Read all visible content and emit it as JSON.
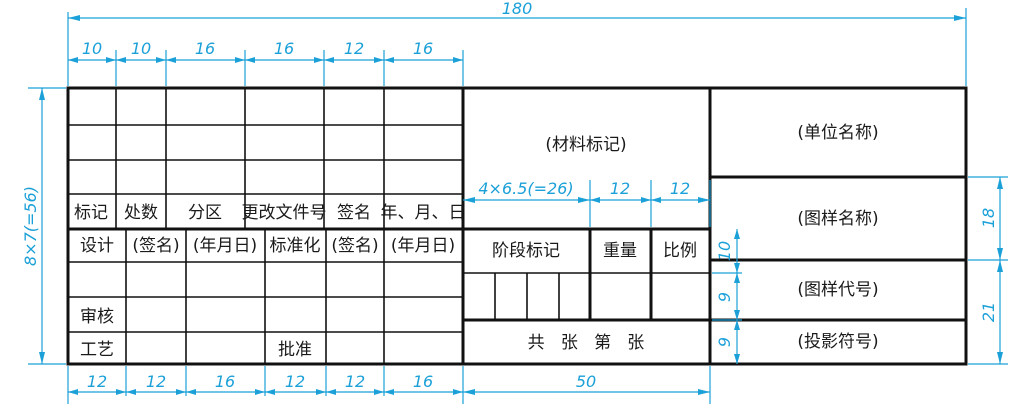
{
  "dimensions": {
    "total_width": "180",
    "upper_cols": [
      "10",
      "10",
      "16",
      "16",
      "12",
      "16"
    ],
    "lower_cols": [
      "12",
      "12",
      "16",
      "12",
      "12",
      "16"
    ],
    "lower_mid": "50",
    "total_height": "8×7(=56)",
    "stage_width": "4×6.5(=26)",
    "weight_width": "12",
    "scale_width": "12",
    "right_18": "18",
    "right_21": "21",
    "row_10": "10",
    "row_9a": "9",
    "row_9b": "9"
  },
  "left_table": {
    "header_row": [
      "标记",
      "处数",
      "分区",
      "更改文件号",
      "签名",
      "年、月、日"
    ],
    "sign_row": [
      "设计",
      "(签名)",
      "(年月日)",
      "标准化",
      "(签名)",
      "(年月日)"
    ],
    "review_label": "审核",
    "process_label": "工艺",
    "approve_label": "批准"
  },
  "middle": {
    "material": "(材料标记)",
    "stage": "阶段标记",
    "weight": "重量",
    "scale": "比例",
    "sheets": "共   张   第   张"
  },
  "right": {
    "unit": "(单位名称)",
    "drawing_name": "(图样名称)",
    "drawing_code": "(图样代号)",
    "projection": "(投影符号)"
  }
}
